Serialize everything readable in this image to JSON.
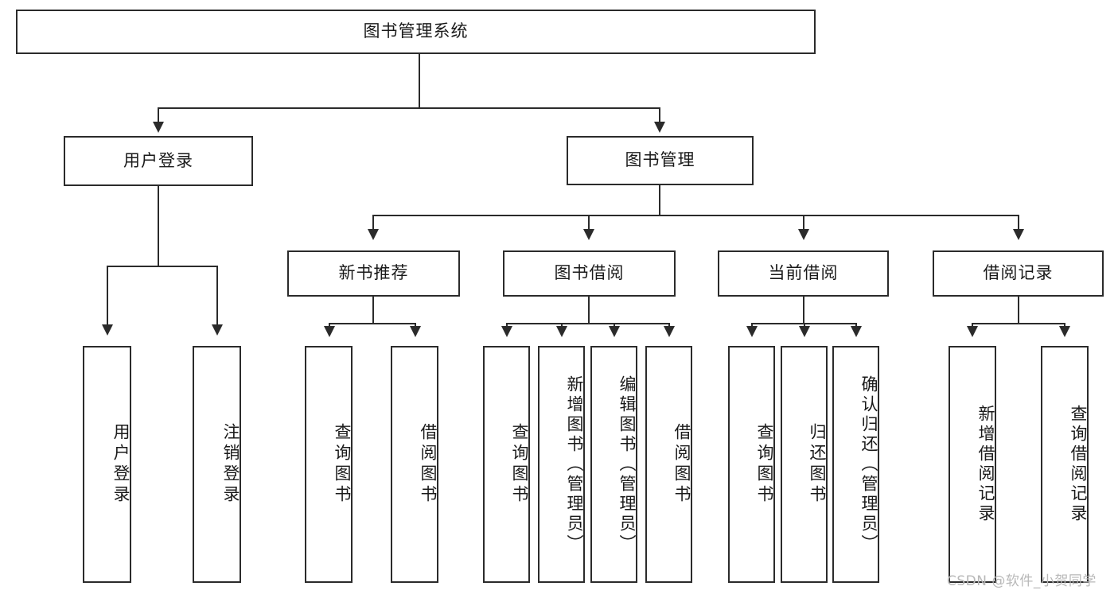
{
  "diagram": {
    "title_node": {
      "label": "图书管理系统"
    },
    "level1": [
      {
        "id": "user-login",
        "label": "用户登录"
      },
      {
        "id": "book-management",
        "label": "图书管理"
      }
    ],
    "level2": [
      {
        "id": "new-book-recommend",
        "label": "新书推荐"
      },
      {
        "id": "book-borrow",
        "label": "图书借阅"
      },
      {
        "id": "current-borrow",
        "label": "当前借阅"
      },
      {
        "id": "borrow-record",
        "label": "借阅记录"
      }
    ],
    "leaves": {
      "user_login": [
        {
          "id": "leaf-user-login",
          "label": "用户登录"
        },
        {
          "id": "leaf-logout-login",
          "label": "注销登录"
        }
      ],
      "new_book_recommend": [
        {
          "id": "leaf-query-book-1",
          "label": "查询图书"
        },
        {
          "id": "leaf-borrow-book-1",
          "label": "借阅图书"
        }
      ],
      "book_borrow": [
        {
          "id": "leaf-query-book-2",
          "label": "查询图书"
        },
        {
          "id": "leaf-add-book",
          "label": "新增图书（管理员）"
        },
        {
          "id": "leaf-edit-book",
          "label": "编辑图书（管理员）"
        },
        {
          "id": "leaf-borrow-book-2",
          "label": "借阅图书"
        }
      ],
      "current_borrow": [
        {
          "id": "leaf-query-book-3",
          "label": "查询图书"
        },
        {
          "id": "leaf-return-book",
          "label": "归还图书"
        },
        {
          "id": "leaf-confirm-return",
          "label": "确认归还（管理员）"
        }
      ],
      "borrow_record": [
        {
          "id": "leaf-add-record",
          "label": "新增借阅记录"
        },
        {
          "id": "leaf-query-record",
          "label": "查询借阅记录"
        }
      ]
    }
  },
  "watermark": {
    "text": "CSDN @软件_小贺同学"
  },
  "colors": {
    "line": "#2b2b2b",
    "box_fill": "#ffffff",
    "text": "#1a1a1a",
    "watermark": "#b8b8b8"
  }
}
